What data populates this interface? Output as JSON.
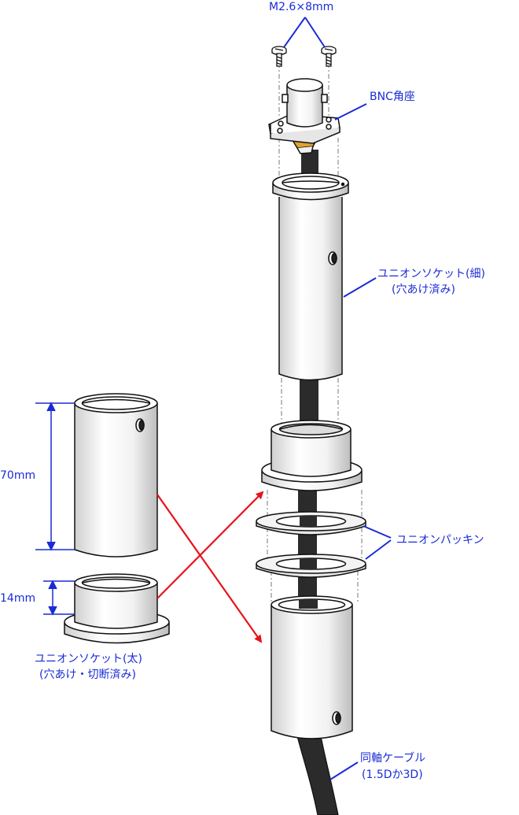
{
  "labels": {
    "screw": "M2.6×8mm",
    "bnc": "BNC角座",
    "socket_thin_line1": "ユニオンソケット(細)",
    "socket_thin_line2": "(穴あけ済み)",
    "packing": "ユニオンパッキン",
    "socket_thick_line1": "ユニオンソケット(太)",
    "socket_thick_line2": "(穴あけ・切断済み)",
    "cable_line1": "同軸ケーブル",
    "cable_line2": "(1.5Dか3D)",
    "dim_70": "70mm",
    "dim_14": "14mm"
  },
  "colors": {
    "annotation": "#1a2bd6",
    "arrow": "#e8121b",
    "outline": "#111111",
    "cable": "#2b2b2b",
    "solder": "#e0a030"
  }
}
